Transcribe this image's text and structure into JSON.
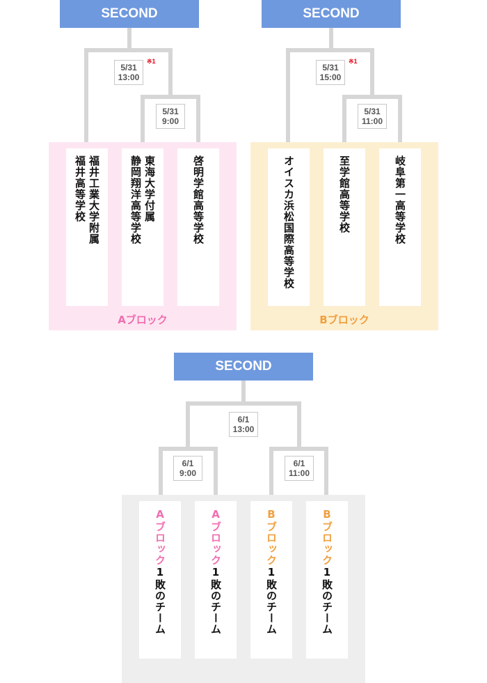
{
  "colors": {
    "title_bg": "#6f99de",
    "connector": "#d6d6d6",
    "block_a_bg": "#fde6f2",
    "block_b_bg": "#fcefd0",
    "block_a_text": "#f06fb0",
    "block_b_text": "#f0a040",
    "final_bg": "#eeeeee",
    "note": "#e60012"
  },
  "top_left": {
    "title": "SECOND",
    "match_top": {
      "date": "5/31",
      "time": "13:00",
      "note": "※1"
    },
    "match_sub": {
      "date": "5/31",
      "time": "9:00"
    },
    "teams": [
      "福井工業大学附属\n福井高等学校",
      "東海大学付属\n静岡翔洋高等学校",
      "啓明学館高等学校"
    ],
    "block_label": "Aブロック"
  },
  "top_right": {
    "title": "SECOND",
    "match_top": {
      "date": "5/31",
      "time": "15:00",
      "note": "※1"
    },
    "match_sub": {
      "date": "5/31",
      "time": "11:00"
    },
    "teams": [
      "オイスカ浜松国際高等学校",
      "至学館高等学校",
      "岐阜第一高等学校"
    ],
    "block_label": "Bブロック"
  },
  "bottom": {
    "title": "SECOND",
    "match_final": {
      "date": "6/1",
      "time": "13:00"
    },
    "match_left": {
      "date": "6/1",
      "time": "9:00"
    },
    "match_right": {
      "date": "6/1",
      "time": "11:00"
    },
    "teams": [
      {
        "block": "Aブロック",
        "suffix": "1敗のチーム"
      },
      {
        "block": "Aブロック",
        "suffix": "1敗のチーム"
      },
      {
        "block": "Bブロック",
        "suffix": "1敗のチーム"
      },
      {
        "block": "Bブロック",
        "suffix": "1敗のチーム"
      }
    ]
  }
}
